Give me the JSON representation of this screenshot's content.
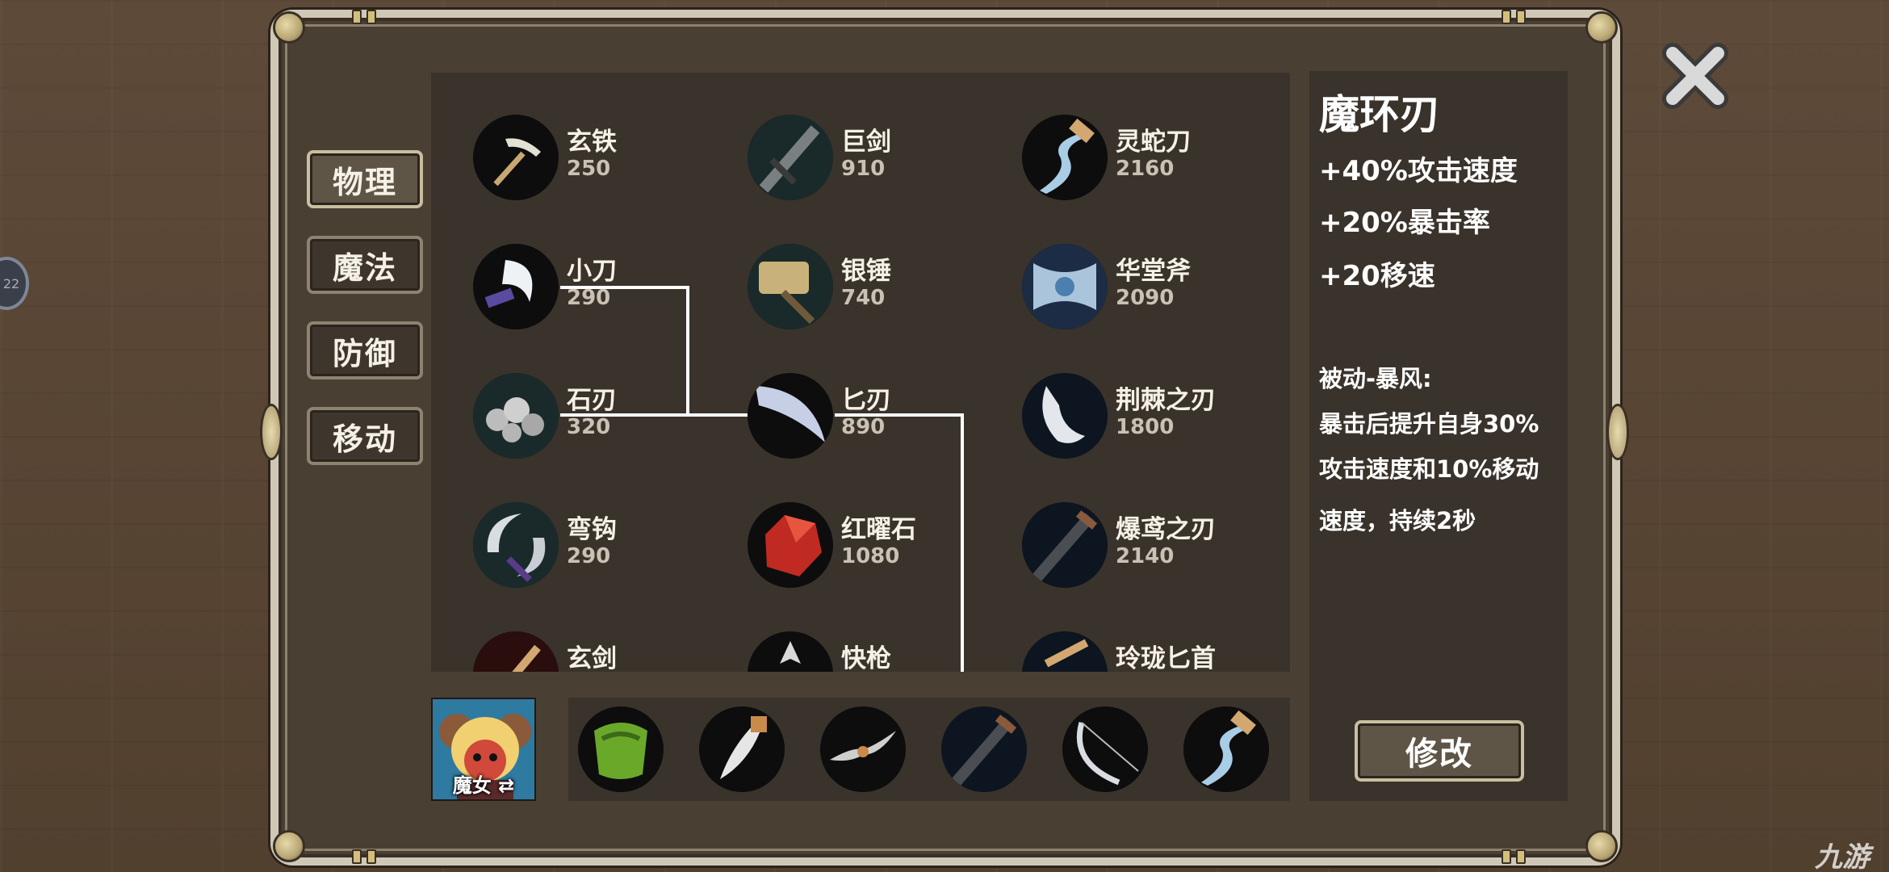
{
  "colors": {
    "panel_bg": "#4a3f33",
    "panel_border": "#cfc8b6",
    "grid_bg": "#3a332b",
    "link_line": "#ffffff",
    "text_primary": "#f6f1e6",
    "text_secondary": "#c9c2b4",
    "accent_gold": "#d6c487"
  },
  "side_bubble": {
    "label": "22"
  },
  "close_button": {
    "icon": "close-x-icon"
  },
  "categories": [
    {
      "label": "物理",
      "active": true
    },
    {
      "label": "魔法",
      "active": false
    },
    {
      "label": "防御",
      "active": false
    },
    {
      "label": "移动",
      "active": false
    }
  ],
  "items": [
    {
      "name": "玄铁",
      "price": "250",
      "icon": "pickaxe-icon"
    },
    {
      "name": "巨剑",
      "price": "910",
      "icon": "greatsword-icon"
    },
    {
      "name": "灵蛇刀",
      "price": "2160",
      "icon": "serpent-blade-icon"
    },
    {
      "name": "小刀",
      "price": "290",
      "icon": "knife-icon"
    },
    {
      "name": "银锤",
      "price": "740",
      "icon": "silver-hammer-icon"
    },
    {
      "name": "华堂斧",
      "price": "2090",
      "icon": "ornate-axe-icon"
    },
    {
      "name": "石刃",
      "price": "320",
      "icon": "stone-blade-icon"
    },
    {
      "name": "匕刃",
      "price": "890",
      "icon": "dagger-blade-icon"
    },
    {
      "name": "荆棘之刃",
      "price": "1800",
      "icon": "thorn-blade-icon"
    },
    {
      "name": "弯钩",
      "price": "290",
      "icon": "hook-icon"
    },
    {
      "name": "红曜石",
      "price": "1080",
      "icon": "red-gem-icon"
    },
    {
      "name": "爆鸢之刃",
      "price": "2140",
      "icon": "burst-blade-icon"
    },
    {
      "name": "玄剑",
      "price": "",
      "icon": "dark-sword-icon"
    },
    {
      "name": "快枪",
      "price": "",
      "icon": "quick-spear-icon"
    },
    {
      "name": "玲珑匕首",
      "price": "",
      "icon": "fine-dagger-icon"
    }
  ],
  "detail": {
    "title": "魔环刃",
    "stats": [
      "+40%攻击速度",
      "+20%暴击率",
      "+20移速"
    ],
    "passive_lines": [
      "被动-暴风:",
      "暴击后提升自身30%",
      "攻击速度和10%移动",
      "速度，持续2秒"
    ],
    "modify_label": "修改"
  },
  "hero": {
    "name": "魔女 ⇄",
    "icon": "witch-portrait-icon"
  },
  "equipped": [
    {
      "icon": "green-armor-icon"
    },
    {
      "icon": "curved-blade-icon"
    },
    {
      "icon": "bat-shuriken-icon"
    },
    {
      "icon": "serrated-sword-icon"
    },
    {
      "icon": "bow-icon"
    },
    {
      "icon": "serpent-blade-icon"
    }
  ],
  "watermark": "九游"
}
